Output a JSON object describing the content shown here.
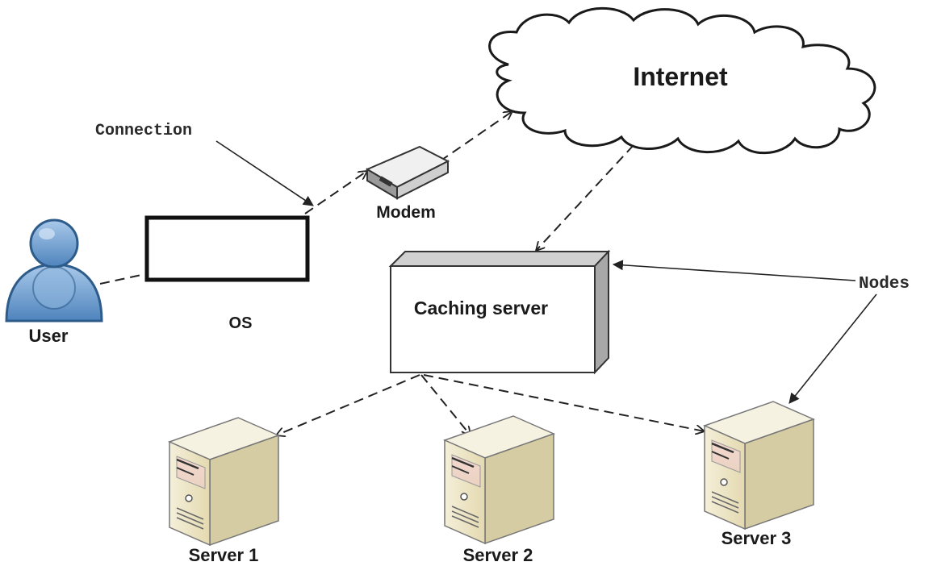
{
  "nodes": {
    "internet": "Internet",
    "connection": "Connection",
    "modem": "Modem",
    "user": "User",
    "os": "OS",
    "caching_server": "Caching server",
    "nodes_label": "Nodes",
    "servers": [
      "Server 1",
      "Server 2",
      "Server 3"
    ]
  },
  "colors": {
    "user_icon": "#6fa0d0",
    "server_face": "#ece3c4",
    "server_side": "#d8cfa8",
    "cloud_fill": "#ffffff",
    "stroke": "#222222"
  },
  "icons": {
    "user": "user-icon",
    "modem": "modem-icon",
    "server": "server-tower-icon",
    "cloud": "cloud-icon"
  }
}
